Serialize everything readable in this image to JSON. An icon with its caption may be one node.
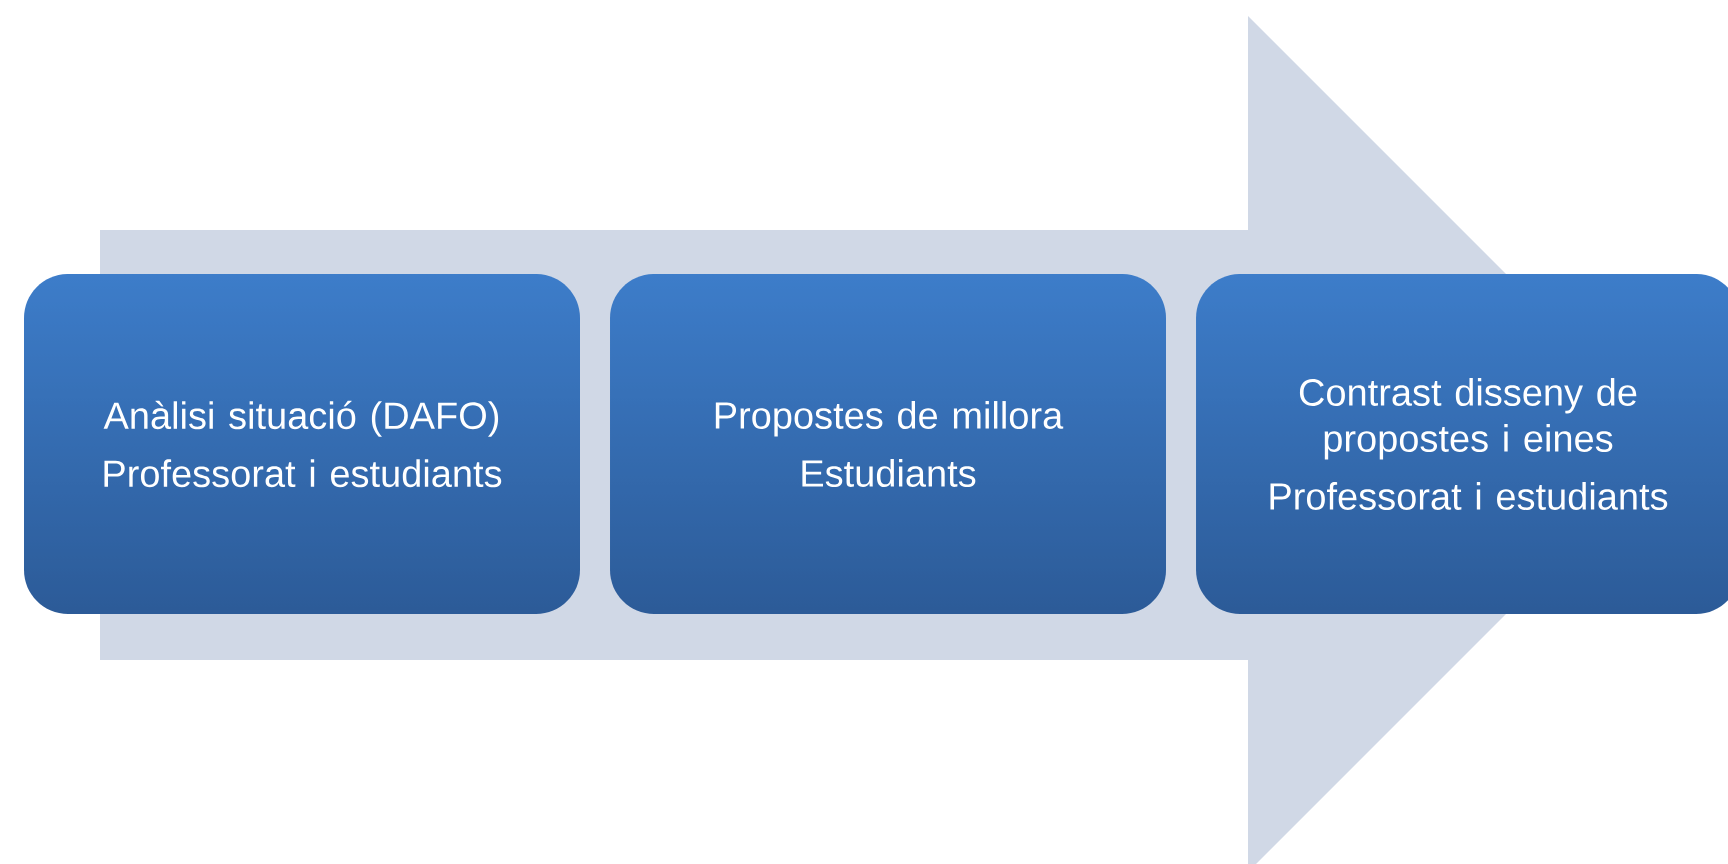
{
  "diagram": {
    "nodes": [
      {
        "text": [
          "Anàlisi situació (DAFO)",
          "Professorat i estudiants"
        ]
      },
      {
        "text": [
          "Propostes de millora",
          "Estudiants"
        ]
      },
      {
        "text": [
          "Contrast disseny de propostes i eines",
          "Professorat i estudiants"
        ]
      }
    ],
    "edges": [
      {
        "from": 0,
        "to": 2,
        "arrow": "to"
      }
    ]
  }
}
